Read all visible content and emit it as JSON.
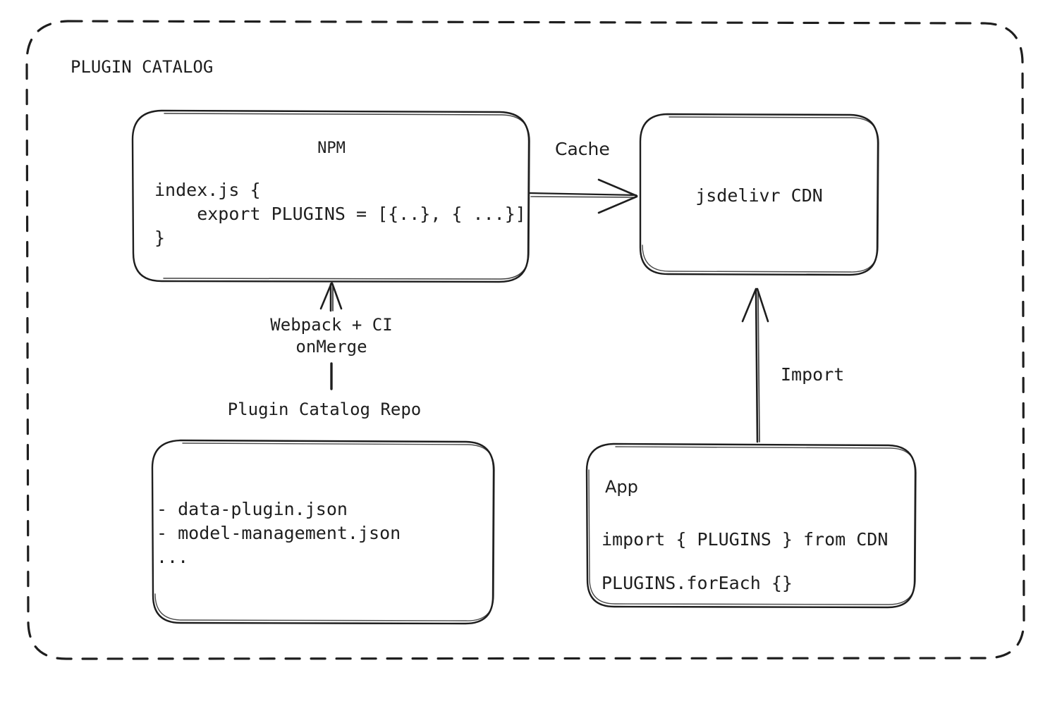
{
  "diagram": {
    "title": "PLUGIN CATALOG",
    "background": "#ffffff",
    "stroke_color": "#1e1e1e",
    "container": {
      "label": "PLUGIN CATALOG",
      "border_style": "dashed",
      "shape": "rounded-rectangle"
    },
    "nodes": {
      "npm": {
        "title": "NPM",
        "code_lines": [
          "index.js {",
          "    export PLUGINS = [{..}, { ...}]",
          "}"
        ]
      },
      "cdn": {
        "title": "jsdelivr CDN"
      },
      "repo": {
        "label": "Plugin Catalog Repo",
        "items": [
          "- data-plugin.json",
          "- model-management.json",
          "..."
        ]
      },
      "app": {
        "title": "App",
        "code_lines": [
          "import { PLUGINS } from CDN",
          "PLUGINS.forEach {}"
        ]
      }
    },
    "edges": [
      {
        "id": "npm-to-cdn",
        "label": "Cache",
        "from": "npm",
        "to": "cdn",
        "direction": "right"
      },
      {
        "id": "repo-to-npm",
        "label": "Webpack + CI\nonMerge",
        "label_line_1": "Webpack + CI",
        "label_line_2": "onMerge",
        "from": "repo",
        "to": "npm",
        "direction": "up"
      },
      {
        "id": "app-to-cdn",
        "label": "Import",
        "from": "app",
        "to": "cdn",
        "direction": "up"
      }
    ]
  }
}
